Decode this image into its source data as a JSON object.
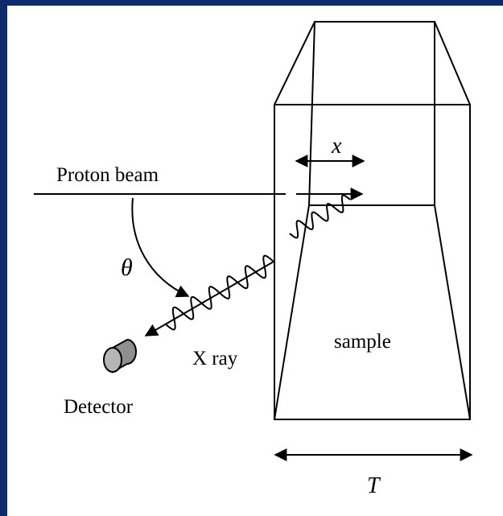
{
  "labels": {
    "proton_beam": "Proton beam",
    "theta": "θ",
    "x": "x",
    "x_ray": "X ray",
    "detector": "Detector",
    "sample": "sample",
    "thickness": "T"
  },
  "colors": {
    "border": "#0d2a6b",
    "background": "#ffffff",
    "ink": "#000000",
    "detector_fill": "#b5b5b5"
  }
}
